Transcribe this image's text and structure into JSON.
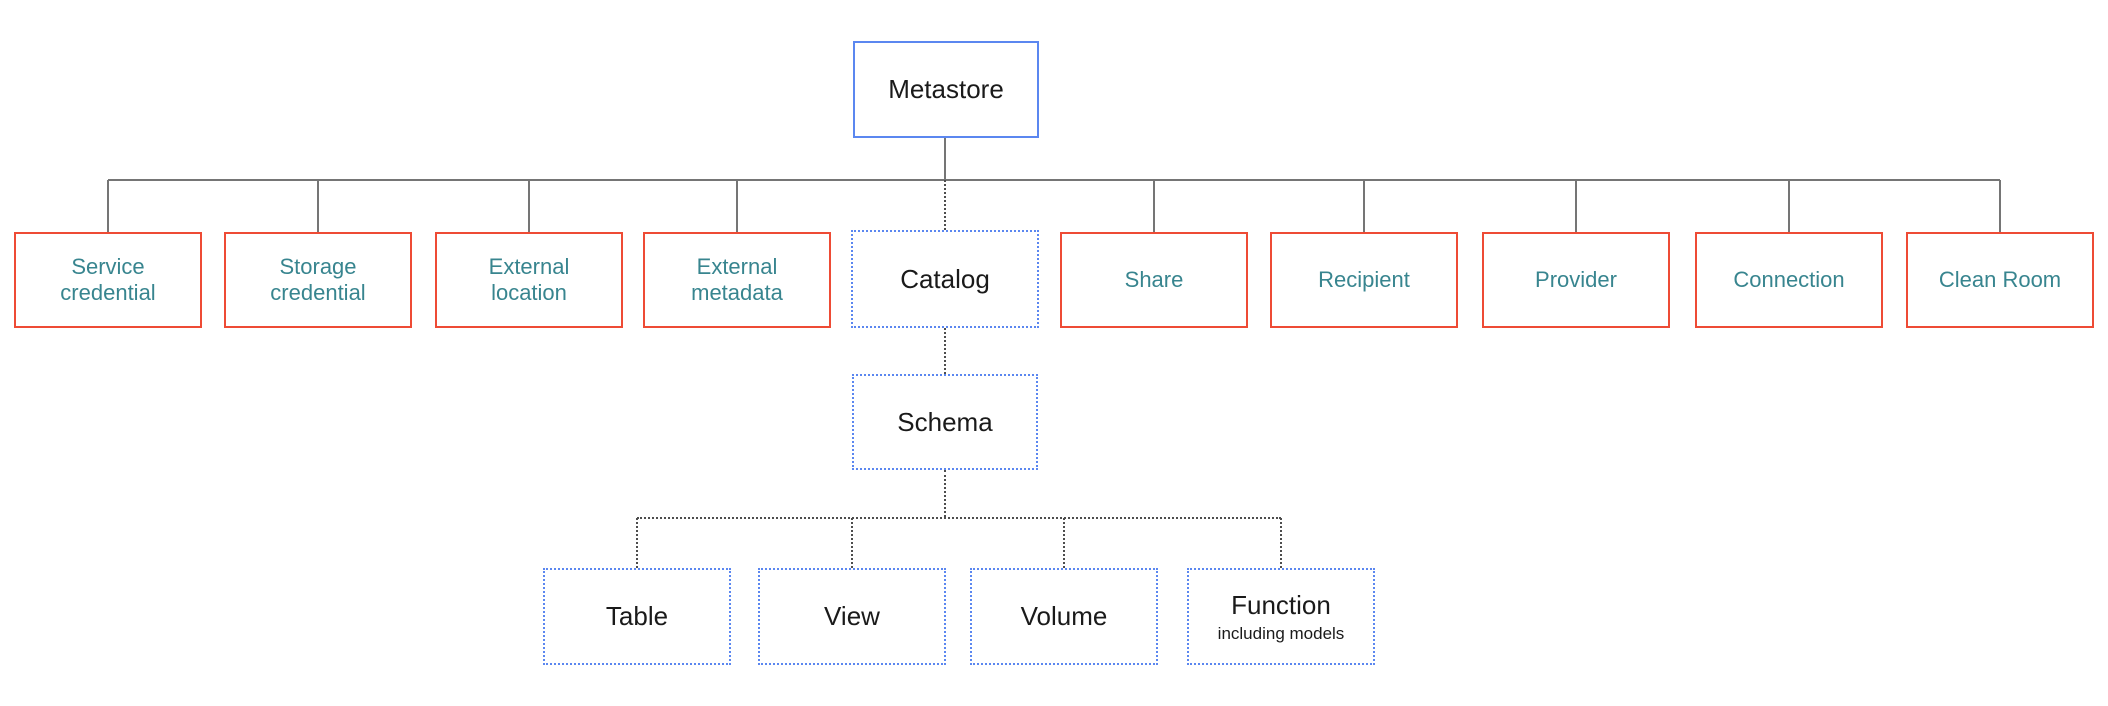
{
  "colors": {
    "solid_blue_border": "#5b87f0",
    "dotted_blue_border": "#5b87f0",
    "red_border": "#ee4b35",
    "teal_text": "#38858f",
    "black_text": "#1a1a1a",
    "solid_line": "#757575",
    "dotted_line": "#4d4d4d",
    "background": "#ffffff"
  },
  "nodes": {
    "metastore": {
      "label": "Metastore"
    },
    "securables": [
      {
        "label": "Service credential"
      },
      {
        "label": "Storage credential"
      },
      {
        "label": "External location"
      },
      {
        "label": "External metadata"
      },
      {
        "label": "Catalog"
      },
      {
        "label": "Share"
      },
      {
        "label": "Recipient"
      },
      {
        "label": "Provider"
      },
      {
        "label": "Connection"
      },
      {
        "label": "Clean Room"
      }
    ],
    "schema": {
      "label": "Schema"
    },
    "schema_children": [
      {
        "label": "Table"
      },
      {
        "label": "View"
      },
      {
        "label": "Volume"
      },
      {
        "label": "Function",
        "sublabel": "including models"
      }
    ]
  }
}
